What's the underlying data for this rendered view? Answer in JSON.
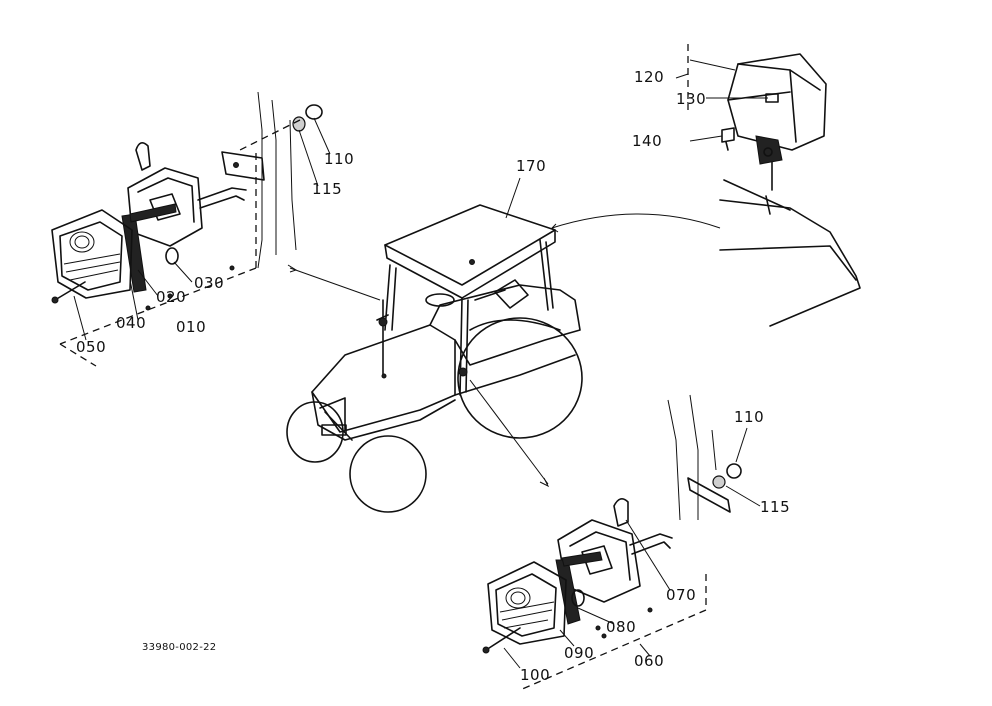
{
  "drawing_code": "33980-002-22",
  "parts": {
    "p010": "010",
    "p020": "020",
    "p030": "030",
    "p040": "040",
    "p050": "050",
    "p060": "060",
    "p070": "070",
    "p080": "080",
    "p090": "090",
    "p100": "100",
    "p110_top": "110",
    "p115_top": "115",
    "p110_bottom": "110",
    "p115_bottom": "115",
    "p120": "120",
    "p130": "130",
    "p140": "140",
    "p170": "170"
  }
}
